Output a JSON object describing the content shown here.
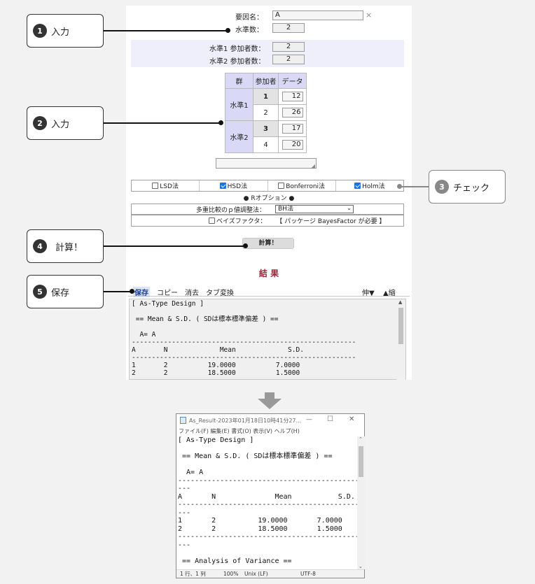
{
  "form": {
    "factor_label": "要因名：",
    "factor_value": "A",
    "clear_symbol": "×",
    "levels_label": "水準数：",
    "levels_value": "2",
    "level1_label": "水準1 参加者数：",
    "level1_value": "2",
    "level2_label": "水準2 参加者数：",
    "level2_value": "2"
  },
  "table": {
    "headers": [
      "群",
      "参加者",
      "データ"
    ],
    "groups": [
      {
        "name": "水準1",
        "rows": [
          {
            "participant": "1",
            "data": "12"
          },
          {
            "participant": "2",
            "data": "26"
          }
        ]
      },
      {
        "name": "水準2",
        "rows": [
          {
            "participant": "3",
            "data": "17"
          },
          {
            "participant": "4",
            "data": "20"
          }
        ]
      }
    ]
  },
  "methods": [
    {
      "label": "LSD法",
      "checked": false
    },
    {
      "label": "HSD法",
      "checked": true
    },
    {
      "label": "Bonferroni法",
      "checked": false
    },
    {
      "label": "Holm法",
      "checked": true
    }
  ],
  "r_options_label": "● Rオプション ●",
  "padj": {
    "label": "多重比較のｐ値調整法：",
    "selected": "BH法"
  },
  "bayes": {
    "label": "ベイズファクタ：",
    "note": "【 パッケージ BayesFactor が必要 】"
  },
  "calc_button": "計算！",
  "results_title": "結 果",
  "toolbar": {
    "save": "保存",
    "copy": "コピー",
    "erase": "消去",
    "tab": "タブ変換",
    "expand": "伸▼",
    "shrink": "▲縮"
  },
  "output_text": "[ As-Type Design ]\n\n == Mean & S.D. ( SDは標本標準偏差 ) ==\n\n  A= A\n--------------------------------------------------------\nA       N             Mean             S.D.\n--------------------------------------------------------\n1       2          19.0000          7.0000\n2       2          18.5000          1.5000",
  "callouts": [
    {
      "num": "1",
      "text": "入力"
    },
    {
      "num": "2",
      "text": "入力"
    },
    {
      "num": "3",
      "text": "チェック"
    },
    {
      "num": "4",
      "text": "計算！"
    },
    {
      "num": "5",
      "text": "保存"
    }
  ],
  "notepad": {
    "title": "As_Result-2023年01月18日10時41分27...",
    "menu": "ファイル(F)  編集(E)  書式(O)  表示(V)  ヘルプ(H)",
    "body": "[ As-Type Design ]\n\n == Mean & S.D. ( SDは標本標準偏差 ) ==\n\n  A= A\n-------------------------------------------\n---\nA       N              Mean           S.D.\n-------------------------------------------\n---\n1       2          19.0000       7.0000\n2       2          18.5000       1.5000\n-------------------------------------------\n---\n\n == Analysis of Variance ==",
    "status_pos": "1 行、1 列",
    "status_zoom": "100%",
    "status_eol": "Unix (LF)",
    "status_enc": "UTF-8",
    "minimize": "—",
    "maximize": "☐",
    "close": "✕"
  },
  "colors": {
    "accent_purple": "#d9d9f7",
    "title_red": "#a0243a",
    "check_blue": "#1a73e8"
  }
}
